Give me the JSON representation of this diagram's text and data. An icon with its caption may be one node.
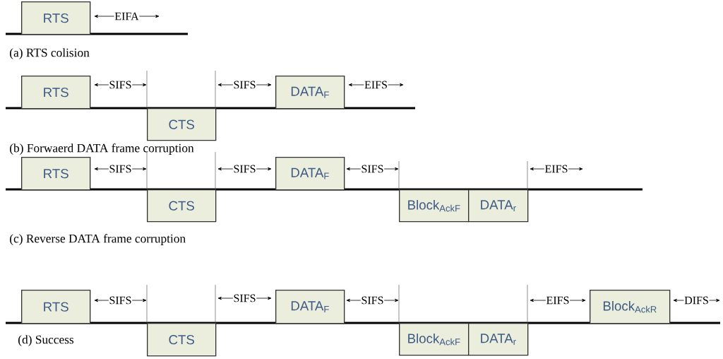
{
  "diagram": {
    "nodes": [
      {
        "text": [
          "RTS"
        ]
      },
      {
        "text": [
          "RTS"
        ]
      },
      {
        "text": [
          "CTS"
        ]
      },
      {
        "text": [
          "DATA$_{F}$"
        ]
      },
      {
        "text": [
          "RTS"
        ]
      },
      {
        "text": [
          "CTS"
        ]
      },
      {
        "text": [
          "DATA$_{F}$"
        ]
      },
      {
        "text": [
          "Block$_{AckF}$"
        ]
      },
      {
        "text": [
          "DATA$_{r}$"
        ]
      },
      {
        "text": [
          "RTS"
        ]
      },
      {
        "text": [
          "CTS"
        ]
      },
      {
        "text": [
          "DATA$_{F}$"
        ]
      },
      {
        "text": [
          "Block$_{AckF}$"
        ]
      },
      {
        "text": [
          "DATA$_{r}$"
        ]
      },
      {
        "text": [
          "Block$_{AckR}$"
        ]
      }
    ],
    "labels": [
      "EIFA",
      "(a) RTS colision",
      "SIFS",
      "SIFS",
      "EIFS",
      "(b) Forwaerd DATA frame corruption",
      "SIFS",
      "SIFS",
      "SIFS",
      "EIFS",
      "(c) Reverse DATA frame corruption",
      "SIFS",
      "SIFS",
      "SIFS",
      "EIFS",
      "DIFS",
      "(d) Success"
    ]
  }
}
